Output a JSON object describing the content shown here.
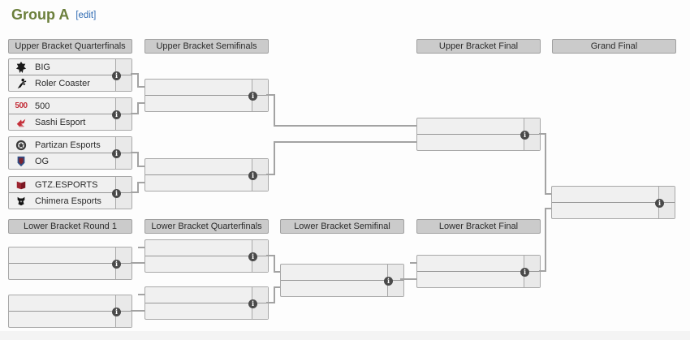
{
  "title": {
    "text": "Group A",
    "edit": "[edit]"
  },
  "round_headers": {
    "upper_quarterfinals": "Upper Bracket Quarterfinals",
    "upper_semifinals": "Upper Bracket Semifinals",
    "upper_final": "Upper Bracket Final",
    "grand_final": "Grand Final",
    "lower_round1": "Lower Bracket Round 1",
    "lower_quarterfinals": "Lower Bracket Quarterfinals",
    "lower_semifinal": "Lower Bracket Semifinal",
    "lower_final": "Lower Bracket Final"
  },
  "upper_quarterfinals": [
    {
      "team1": {
        "name": "BIG",
        "logo": "big-logo",
        "score": ""
      },
      "team2": {
        "name": "Roler Coaster",
        "logo": "roler-coaster-logo",
        "score": ""
      }
    },
    {
      "team1": {
        "name": "500",
        "logo": "500-logo",
        "logo_text": "500",
        "score": ""
      },
      "team2": {
        "name": "Sashi Esport",
        "logo": "sashi-esport-logo",
        "score": ""
      }
    },
    {
      "team1": {
        "name": "Partizan Esports",
        "logo": "partizan-esports-logo",
        "score": ""
      },
      "team2": {
        "name": "OG",
        "logo": "og-logo",
        "score": ""
      }
    },
    {
      "team1": {
        "name": "GTZ.ESPORTS",
        "logo": "gtz-esports-logo",
        "score": ""
      },
      "team2": {
        "name": "Chimera Esports",
        "logo": "chimera-esports-logo",
        "score": ""
      }
    }
  ],
  "info_icon_glyph": "i",
  "colors": {
    "title_green": "#6b7f3b",
    "edit_link_blue": "#2f6bb3",
    "header_bg": "#cbcbcb",
    "match_bg": "#f0f0f0",
    "score_cell_bg": "#e9e9e9",
    "border_gray": "#a8a8a8",
    "connector_gray": "#a3a3a3",
    "info_icon_bg": "#4a4a4a",
    "big_logo_black": "#1a1a1a",
    "logo_500_red": "#c4313b",
    "sashi_red": "#c5303a",
    "partizan_dark": "#3b3b3b",
    "og_blue": "#2e4e86",
    "gtz_red": "#9c2430",
    "chimera_black": "#161616"
  }
}
